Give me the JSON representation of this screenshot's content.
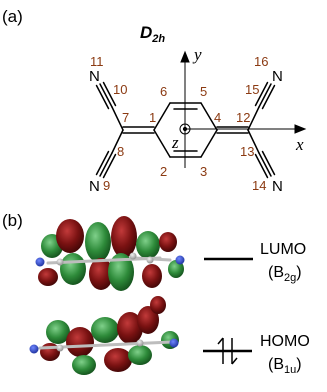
{
  "panel_a": {
    "label": "(a)",
    "symmetry_main": "D",
    "symmetry_sub": "2h",
    "axis_x": "x",
    "axis_y": "y",
    "axis_z": "z",
    "atoms": {
      "n1": "1",
      "n2": "2",
      "n3": "3",
      "n4": "4",
      "n5": "5",
      "n6": "6",
      "n7": "7",
      "n8": "8",
      "n9": "9",
      "n10": "10",
      "n11": "11",
      "n12": "12",
      "n13": "13",
      "n14": "14",
      "n15": "15",
      "n16": "16"
    },
    "nitrogen_symbol": "N"
  },
  "panel_b": {
    "label": "(b)",
    "lumo": {
      "name": "LUMO",
      "sym_open": "(B",
      "sym_sub": "2g",
      "sym_close": ")"
    },
    "homo": {
      "name": "HOMO",
      "sym_open": "(B",
      "sym_sub": "1u",
      "sym_close": ")"
    }
  },
  "colors": {
    "lobe_red": "#7a1212",
    "lobe_green": "#2e8b3a",
    "atom_number": "#8b3a12",
    "nitrogen_atom": "#1f3fbf",
    "carbon_atom": "#9a9a9a"
  }
}
